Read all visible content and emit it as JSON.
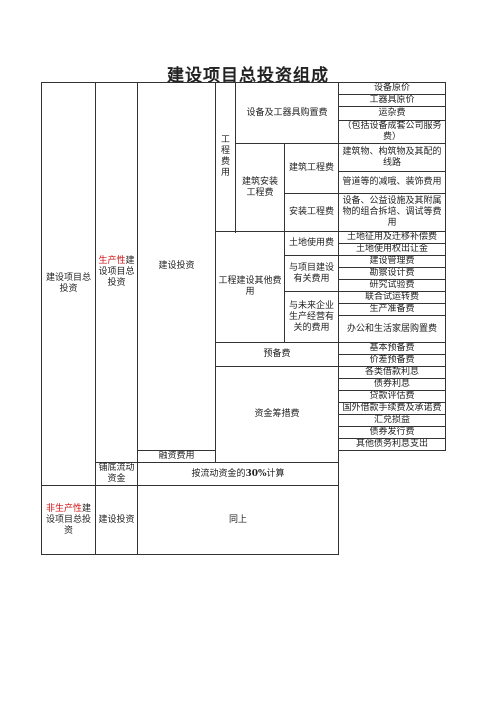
{
  "title": "建设项目总投资组成",
  "total": "建设项目总投资",
  "prod": {
    "red": "生产性",
    "rest": "建设项目总投资"
  },
  "nonprod": {
    "red": "非生产性",
    "rest": "建设项目总投资"
  },
  "invest": "建设投资",
  "invest2": "建设投资",
  "gongcheng": "工程费用",
  "equip": "设备及工器具购置费",
  "equip_orig": "设备原价",
  "tool_orig": "工器具原价",
  "freight": "运杂费",
  "freight_note": "（包括设备成套公司服务费）",
  "install": "建筑安装工程费",
  "building": "建筑工程费",
  "building_1": "建筑物、构筑物及其配的线路",
  "building_2": "管道等的减哦、装饰费用",
  "installing": "安装工程费",
  "installing_1": "设备、公益设施及其附属物的组合拆培、调试等费用",
  "other": "工程建设其他费用",
  "land": "土地使用费",
  "land_1": "土地征用及迁移补偿费",
  "land_2": "土地使用权出让金",
  "proj": "与项目建设有关费用",
  "proj_1": "建设管理费",
  "proj_2": "勘察设计费",
  "proj_3": "研究试验费",
  "future": "与未来企业生产经营有关的费用",
  "future_1": "联合试运转费",
  "future_2": "生产准备费",
  "future_3": "办公和生活家居购置费",
  "reserve": "预备费",
  "reserve_1": "基本预备费",
  "reserve_2": "价差预备费",
  "finance": "资金筹措费",
  "finance_items": [
    "各类借款利息",
    "债券利息",
    "贷款评估费",
    "国外借款手续费及承诺费",
    "汇兑损益",
    "债券发行费",
    "其他债务利息支出",
    "融资费用"
  ],
  "liquid": "铺底流动资金",
  "liquid_note_a": "按流动资金的",
  "liquid_note_b": "30%",
  "liquid_note_c": "计算",
  "same": "同上"
}
